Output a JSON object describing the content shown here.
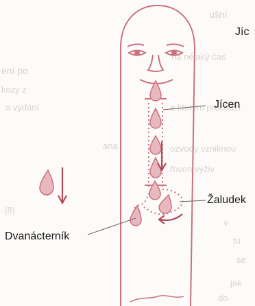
{
  "labels": {
    "top_cut": "Jíc",
    "esophagus": "Jícen",
    "stomach": "Žaludek",
    "duodenum": "Dvanácterník"
  },
  "bleed_text": [
    "ušní",
    "ení po",
    "na nějaký čas",
    "kozy z",
    "a vydání",
    "e kterým prochází",
    "ozvody vzniknou",
    "řoven výživ",
    "ana",
    "v ",
    "tu",
    "se",
    "jak",
    "(8)",
    "do"
  ],
  "colors": {
    "outline": "#c9717d",
    "arrow": "#b14a57",
    "drop_fill": "#e7b9bf",
    "leader": "#666666",
    "text": "#1a1a1a"
  },
  "icons": [
    "drop-icon",
    "down-arrow-icon"
  ]
}
